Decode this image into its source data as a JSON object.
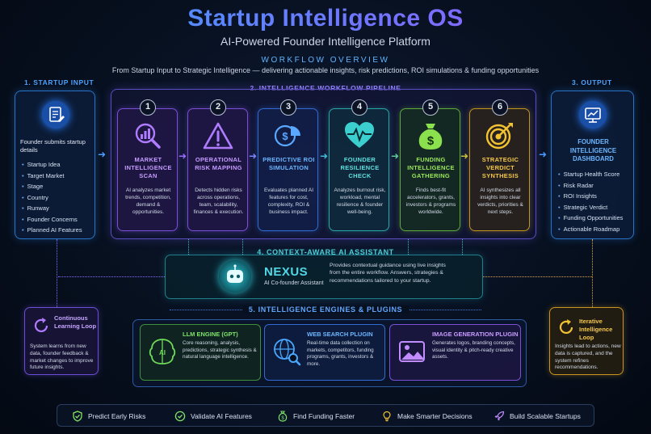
{
  "header": {
    "title": "Startup Intelligence OS",
    "subtitle": "AI-Powered Founder Intelligence Platform",
    "workflow_title": "WORKFLOW OVERVIEW",
    "workflow_desc": "From Startup Input to Strategic Intelligence — delivering actionable insights, risk predictions, ROI simulations & funding opportunities"
  },
  "input": {
    "label": "1. STARTUP INPUT",
    "caption": "Founder submits startup details",
    "items": [
      "Startup Idea",
      "Target Market",
      "Stage",
      "Country",
      "Runway",
      "Founder Concerns",
      "Planned AI Features"
    ]
  },
  "pipeline": {
    "label": "2. INTELLIGENCE WORKFLOW PIPELINE",
    "cards": [
      {
        "num": "1",
        "title": "MARKET INTELLIGENCE SCAN",
        "desc": "AI analyzes market trends, competition, demand & opportunities.",
        "icon": "magnifier-chart-icon",
        "color": "#b07cff"
      },
      {
        "num": "2",
        "title": "OPERATIONAL RISK MAPPING",
        "desc": "Detects hidden risks across operations, team, scalability, finances & execution.",
        "icon": "warning-icon",
        "color": "#b07cff"
      },
      {
        "num": "3",
        "title": "PREDICTIVE ROI SIMULATION",
        "desc": "Evaluates planned AI features for cost, complexity, ROI & business impact.",
        "icon": "dollar-pie-icon",
        "color": "#5aa8ff"
      },
      {
        "num": "4",
        "title": "FOUNDER RESILIENCE CHECK",
        "desc": "Analyzes burnout risk, workload, mental resilience & founder well-being.",
        "icon": "heartbeat-icon",
        "color": "#4fd6d6"
      },
      {
        "num": "5",
        "title": "FUNDING INTELLIGENCE GATHERING",
        "desc": "Finds best-fit accelerators, grants, investors & programs worldwide.",
        "icon": "money-bag-icon",
        "color": "#8be04e"
      },
      {
        "num": "6",
        "title": "STRATEGIC VERDICT SYNTHESIS",
        "desc": "AI synthesizes all insights into clear verdicts, priorities & next steps.",
        "icon": "target-icon",
        "color": "#f2c232"
      }
    ]
  },
  "output": {
    "label": "3. OUTPUT",
    "title": "FOUNDER INTELLIGENCE DASHBOARD",
    "items": [
      "Startup Health Score",
      "Risk Radar",
      "ROI Insights",
      "Strategic Verdict",
      "Funding Opportunities",
      "Actionable Roadmap"
    ]
  },
  "assistant": {
    "label": "4. CONTEXT-AWARE AI ASSISTANT",
    "name": "NEXUS",
    "role": "AI Co-founder Assistant",
    "desc": "Provides contextual guidance using live insights from the entire workflow. Answers, strategies & recommendations tailored to your startup."
  },
  "engines": {
    "label": "5. INTELLIGENCE ENGINES & PLUGINS",
    "items": [
      {
        "title": "LLM ENGINE (GPT)",
        "desc": "Core reasoning, analysis, predictions, strategic synthesis & natural language intelligence.",
        "icon": "ai-brain-icon",
        "color": "#6fdc5a"
      },
      {
        "title": "WEB SEARCH PLUGIN",
        "desc": "Real-time data collection on markets, competitors, funding programs, grants, investors & more.",
        "icon": "globe-search-icon",
        "color": "#4aa8ff"
      },
      {
        "title": "IMAGE GENERATION PLUGIN",
        "desc": "Generates logos, branding concepts, visual identity & pitch-ready creative assets.",
        "icon": "image-icon",
        "color": "#c08cff"
      }
    ]
  },
  "loops": {
    "left_title": "Continuous Learning Loop",
    "left_desc": "System learns from new data, founder feedback & market changes to improve future insights.",
    "right_title": "Iterative Intelligence Loop",
    "right_desc": "Insights lead to actions, new data is captured, and the system refines recommendations."
  },
  "benefits": [
    {
      "label": "Predict Early Risks",
      "icon": "shield-check-icon"
    },
    {
      "label": "Validate AI Features",
      "icon": "check-badge-icon"
    },
    {
      "label": "Find Funding Faster",
      "icon": "money-bag-icon"
    },
    {
      "label": "Make Smarter Decisions",
      "icon": "lightbulb-icon"
    },
    {
      "label": "Build Scalable Startups",
      "icon": "rocket-icon"
    }
  ]
}
